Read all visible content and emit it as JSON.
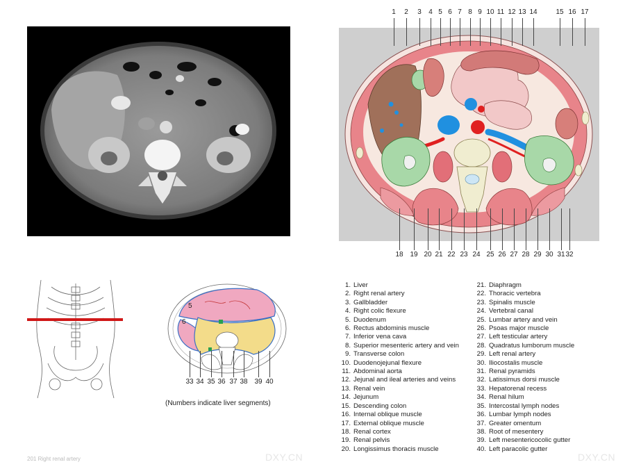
{
  "top_labels": [
    "1",
    "2",
    "3",
    "4",
    "5",
    "6",
    "7",
    "8",
    "9",
    "10",
    "11",
    "12",
    "13",
    "14",
    "15",
    "16",
    "17"
  ],
  "bottom_labels": [
    "18",
    "19",
    "20",
    "21",
    "22",
    "23",
    "24",
    "25",
    "26",
    "27",
    "28",
    "29",
    "30",
    "31",
    "32"
  ],
  "segment_labels": [
    "33",
    "34",
    "35",
    "36",
    "37",
    "38",
    "39",
    "40"
  ],
  "liver_segments": [
    "5",
    "6"
  ],
  "caption": "(Numbers indicate liver segments)",
  "watermark": "DXY.CN",
  "footer_text": "201 Right renal artery",
  "legend_left": [
    {
      "n": "1.",
      "t": "Liver"
    },
    {
      "n": "2.",
      "t": "Right renal artery"
    },
    {
      "n": "3.",
      "t": "Gallbladder"
    },
    {
      "n": "4.",
      "t": "Right colic flexure"
    },
    {
      "n": "5.",
      "t": "Duodenum"
    },
    {
      "n": "6.",
      "t": "Rectus abdominis muscle"
    },
    {
      "n": "7.",
      "t": "Inferior vena cava"
    },
    {
      "n": "8.",
      "t": "Superior mesenteric artery and vein"
    },
    {
      "n": "9.",
      "t": "Transverse colon"
    },
    {
      "n": "10.",
      "t": "Duodenojejunal flexure"
    },
    {
      "n": "11.",
      "t": "Abdominal aorta"
    },
    {
      "n": "12.",
      "t": "Jejunal and ileal arteries and veins"
    },
    {
      "n": "13.",
      "t": "Renal vein"
    },
    {
      "n": "14.",
      "t": "Jejunum"
    },
    {
      "n": "15.",
      "t": "Descending colon"
    },
    {
      "n": "16.",
      "t": "Internal oblique muscle"
    },
    {
      "n": "17.",
      "t": "External oblique muscle"
    },
    {
      "n": "18.",
      "t": "Renal cortex"
    },
    {
      "n": "19.",
      "t": "Renal pelvis"
    },
    {
      "n": "20.",
      "t": "Longissimus thoracis muscle"
    }
  ],
  "legend_right": [
    {
      "n": "21.",
      "t": "Diaphragm"
    },
    {
      "n": "22.",
      "t": "Thoracic vertebra"
    },
    {
      "n": "23.",
      "t": "Spinalis muscle"
    },
    {
      "n": "24.",
      "t": "Vertebral canal"
    },
    {
      "n": "25.",
      "t": "Lumbar artery and vein"
    },
    {
      "n": "26.",
      "t": "Psoas major muscle"
    },
    {
      "n": "27.",
      "t": "Left testicular artery"
    },
    {
      "n": "28.",
      "t": "Quadratus lumborum muscle"
    },
    {
      "n": "29.",
      "t": "Left renal artery"
    },
    {
      "n": "30.",
      "t": "Iliocostalis muscle"
    },
    {
      "n": "31.",
      "t": "Renal pyramids"
    },
    {
      "n": "32.",
      "t": "Latissimus dorsi muscle"
    },
    {
      "n": "33.",
      "t": "Hepatorenal recess"
    },
    {
      "n": "34.",
      "t": "Renal hilum"
    },
    {
      "n": "35.",
      "t": "Intercostal lymph nodes"
    },
    {
      "n": "36.",
      "t": "Lumbar lymph nodes"
    },
    {
      "n": "37.",
      "t": "Greater omentum"
    },
    {
      "n": "38.",
      "t": "Root of mesentery"
    },
    {
      "n": "39.",
      "t": "Left mesentericocolic gutter"
    },
    {
      "n": "40.",
      "t": "Left paracolic gutter"
    }
  ],
  "colors": {
    "muscle": "#e8848a",
    "liver": "#a0705a",
    "kidney": "#a8d8a8",
    "vessel_red": "#e02020",
    "vessel_blue": "#2090e0",
    "bone": "#f0edd0",
    "bowel": "#f2c8c8",
    "peritoneum_yellow": "#f3dc8a",
    "peritoneum_pink": "#f0a8c0",
    "outline_blue": "#3a6fc4"
  }
}
